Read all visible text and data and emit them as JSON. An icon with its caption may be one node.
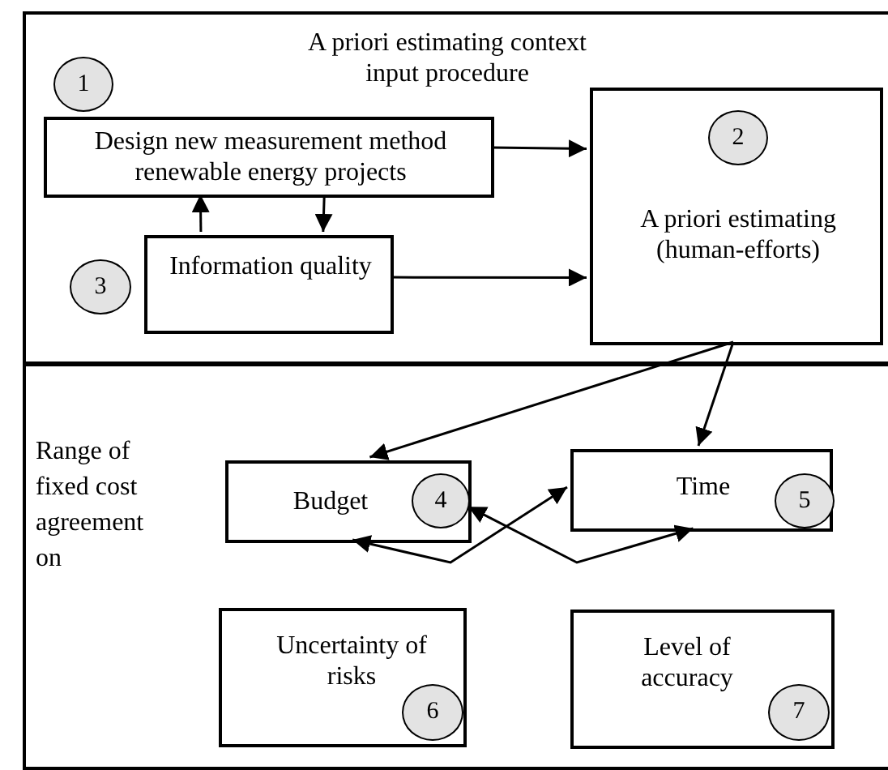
{
  "diagram": {
    "nodes": [
      {
        "text": [
          "A priori estimating context input procedure"
        ]
      },
      {
        "text": [
          "1"
        ],
        "in": 0
      },
      {
        "text": [
          "Design new measurement method renewable energy projects"
        ],
        "in": 0
      },
      {
        "text": [
          "A priori estimating (human-efforts)"
        ],
        "in": 0
      },
      {
        "text": [
          "2"
        ],
        "in": 3
      },
      {
        "text": [
          "3"
        ],
        "in": 0
      },
      {
        "text": [
          "Information quality"
        ],
        "in": 0
      },
      {
        "text": [
          "Range of fixed cost agreement on"
        ]
      },
      {
        "text": [
          "Budget"
        ],
        "in": 7
      },
      {
        "text": [
          "4"
        ],
        "in": 8
      },
      {
        "text": [
          "Time"
        ],
        "in": 7
      },
      {
        "text": [
          "5"
        ],
        "in": 10
      },
      {
        "text": [
          "Uncertainty of risks"
        ],
        "in": 7
      },
      {
        "text": [
          "6"
        ],
        "in": 12
      },
      {
        "text": [
          "Level of accuracy"
        ],
        "in": 7
      },
      {
        "text": [
          "7"
        ],
        "in": 14
      }
    ],
    "edges": [
      {
        "from": 2,
        "to": 3,
        "arrow": "to"
      },
      {
        "from": 2,
        "to": 6,
        "arrow": "to"
      },
      {
        "from": 6,
        "to": 2,
        "arrow": "to"
      },
      {
        "from": 6,
        "to": 3,
        "arrow": "to"
      },
      {
        "from": 3,
        "to": 8,
        "arrow": "to"
      },
      {
        "from": 3,
        "to": 10,
        "arrow": "to"
      },
      {
        "from": 8,
        "to": 10,
        "arrow": "both"
      },
      {
        "from": 8,
        "to": 10,
        "arrow": "both"
      }
    ]
  }
}
